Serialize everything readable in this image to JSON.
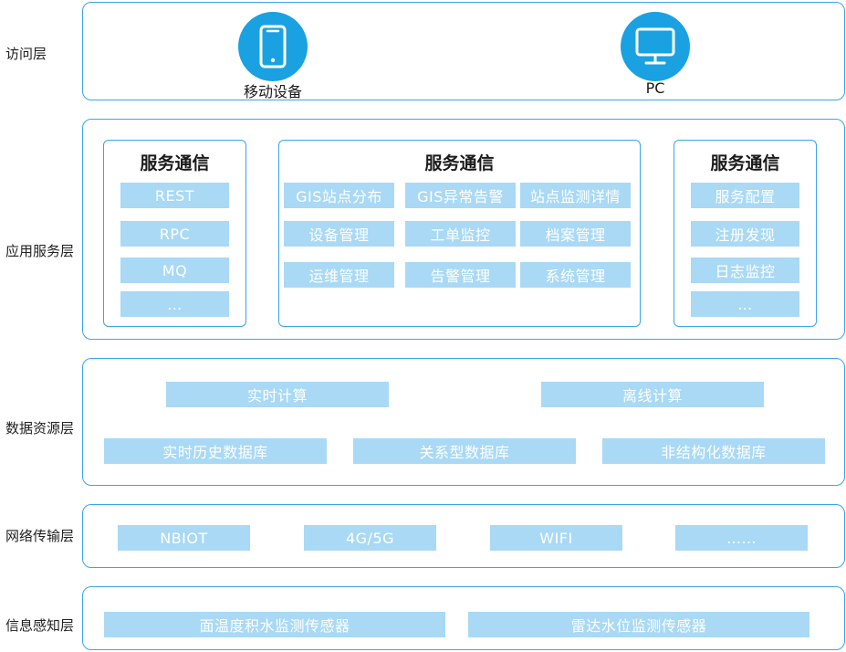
{
  "layers": {
    "access": "访问层",
    "app": "应用服务层",
    "data": "数据资源层",
    "network": "网络传输层",
    "sensing": "信息感知层"
  },
  "access": {
    "mobile": {
      "label": "移动设备",
      "icon": "mobile-phone-icon"
    },
    "pc": {
      "label": "PC",
      "icon": "monitor-icon"
    }
  },
  "app": {
    "left": {
      "title": "服务通信",
      "items": [
        "REST",
        "RPC",
        "MQ",
        "…"
      ]
    },
    "middle": {
      "title": "服务通信",
      "items": [
        "GIS站点分布",
        "GIS异常告警",
        "站点监测详情",
        "设备管理",
        "工单监控",
        "档案管理",
        "运维管理",
        "告警管理",
        "系统管理"
      ]
    },
    "right": {
      "title": "服务通信",
      "items": [
        "服务配置",
        "注册发现",
        "日志监控",
        "…"
      ]
    }
  },
  "data_layer": {
    "compute": [
      "实时计算",
      "离线计算"
    ],
    "databases": [
      "实时历史数据库",
      "关系型数据库",
      "非结构化数据库"
    ]
  },
  "network": {
    "items": [
      "NBIOT",
      "4G/5G",
      "WIFI",
      "……"
    ]
  },
  "sensing": {
    "items": [
      "面温度积水监测传感器",
      "雷达水位监测传感器"
    ]
  },
  "colors": {
    "border": "#39a6e6",
    "chip": "#a9d9f5",
    "icon_bg": "#1aa1e2"
  }
}
